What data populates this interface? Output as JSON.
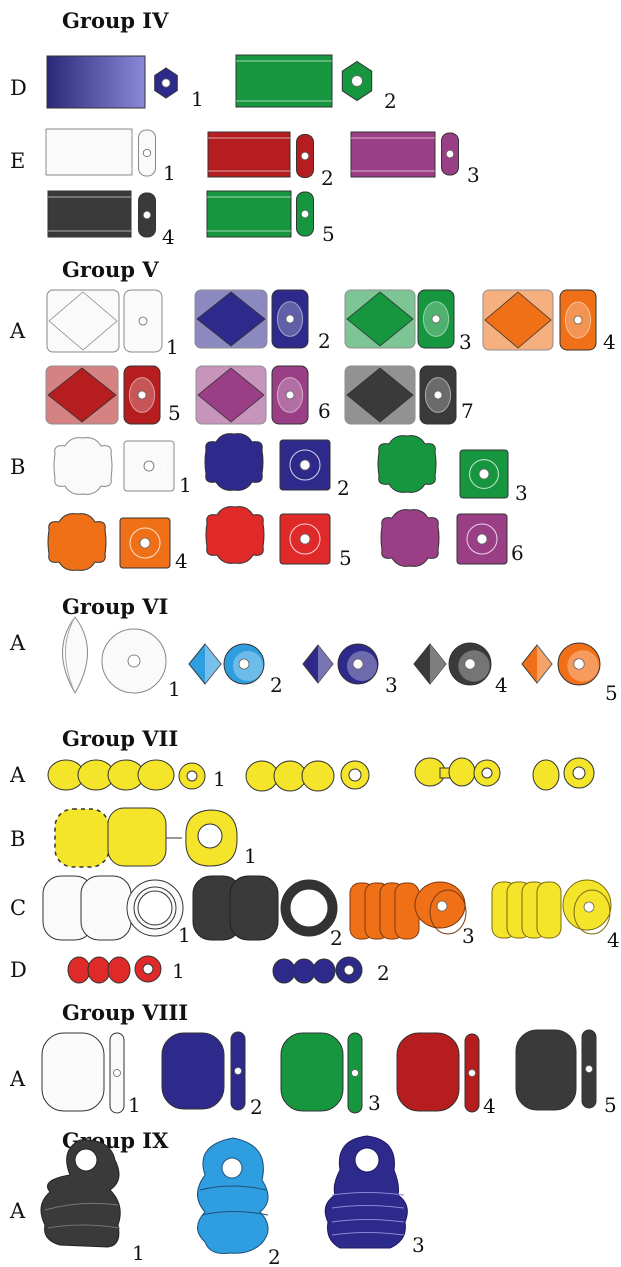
{
  "groups": [
    {
      "id": "g4",
      "title": "Group IV"
    },
    {
      "id": "g5",
      "title": "Group V"
    },
    {
      "id": "g6",
      "title": "Group VI"
    },
    {
      "id": "g7",
      "title": "Group VII"
    },
    {
      "id": "g8",
      "title": "Group VIII"
    },
    {
      "id": "g9",
      "title": "Group IX"
    }
  ],
  "row_letters": {
    "g4D": "D",
    "g4E": "E",
    "g5A": "A",
    "g5B": "B",
    "g6A": "A",
    "g7A": "A",
    "g7B": "B",
    "g7C": "C",
    "g7D": "D",
    "g8A": "A",
    "g9A": "A"
  },
  "variant_numbers": [
    "1",
    "2",
    "3",
    "4",
    "5",
    "6",
    "7"
  ],
  "colors": {
    "white": "#fafafa",
    "navy": "#2e2a8c",
    "green": "#16963f",
    "red": "#b51d1f",
    "purple": "#9a3e86",
    "black": "#3a3a3a",
    "orange": "#f07018",
    "bright_red": "#e02a2a",
    "light_blue": "#2e9ee0",
    "yellow": "#f4e42a"
  }
}
